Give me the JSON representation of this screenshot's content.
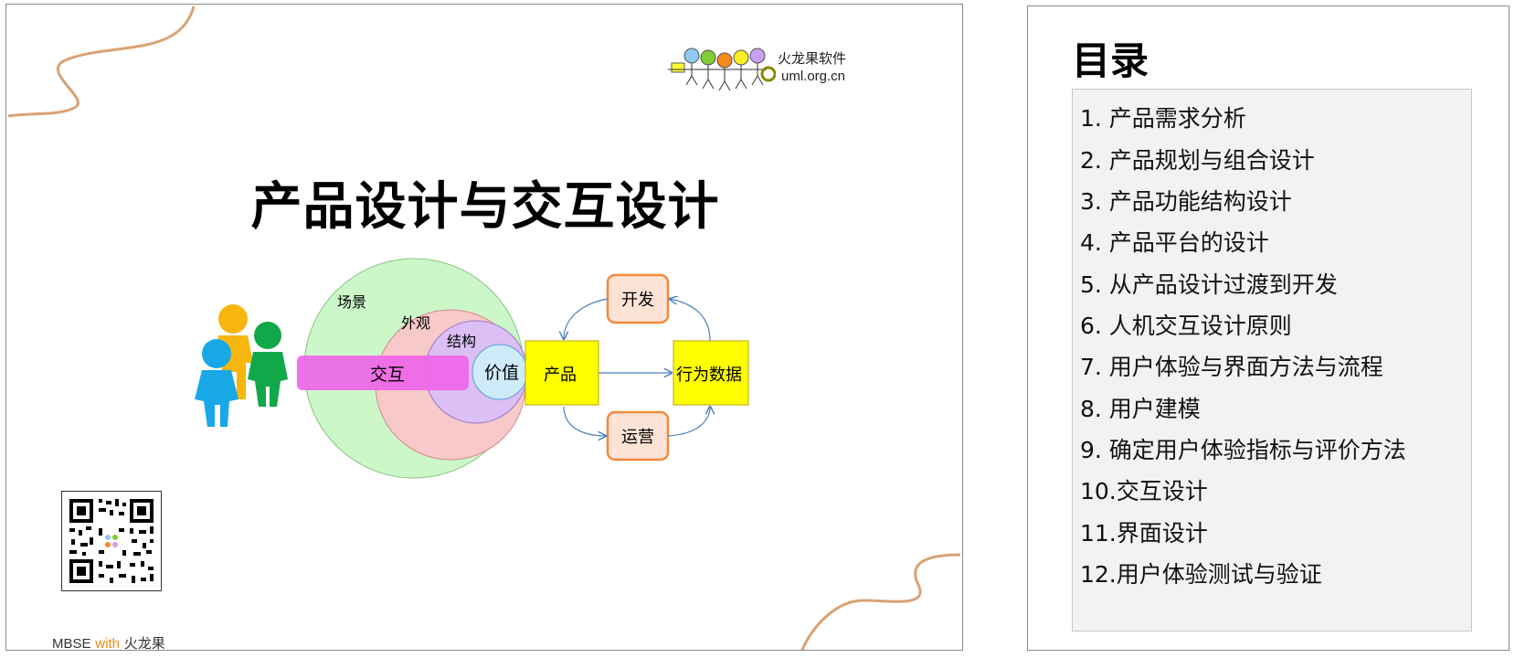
{
  "slide": {
    "title": "产品设计与交互设计",
    "logo": {
      "company": "火龙果软件",
      "url": "uml.org.cn"
    },
    "footer": {
      "prefix": "MBSE",
      "with": "with",
      "suffix": "火龙果"
    },
    "diagram": {
      "circles": [
        "场景",
        "外观",
        "结构",
        "价值"
      ],
      "interaction_bar": "交互",
      "boxes": {
        "product": "产品",
        "behavior_data": "行为数据",
        "develop": "开发",
        "operate": "运营"
      }
    },
    "colors": {
      "scene_fill": "#ccf7c8",
      "appearance_fill": "#f8c9cb",
      "structure_fill": "#dcbff5",
      "value_fill": "#cfeaf9",
      "interaction_fill": "#ee66e8",
      "product_fill": "#ffff00",
      "process_fill": "#fde3d6",
      "process_border": "#f08a3c",
      "figure_orange": "#f6b60e",
      "figure_green": "#11a84a",
      "figure_blue": "#19a8e6",
      "wave": "#d9a274"
    }
  },
  "toc": {
    "title": "目录",
    "items": [
      "1.  产品需求分析",
      "2.  产品规划与组合设计",
      "3.  产品功能结构设计",
      "4.  产品平台的设计",
      "5.  从产品设计过渡到开发",
      "6.  人机交互设计原则",
      "7.  用户体验与界面方法与流程",
      "8.  用户建模",
      "9.  确定用户体验指标与评价方法",
      "10.交互设计",
      "11.界面设计",
      "12.用户体验测试与验证"
    ]
  }
}
